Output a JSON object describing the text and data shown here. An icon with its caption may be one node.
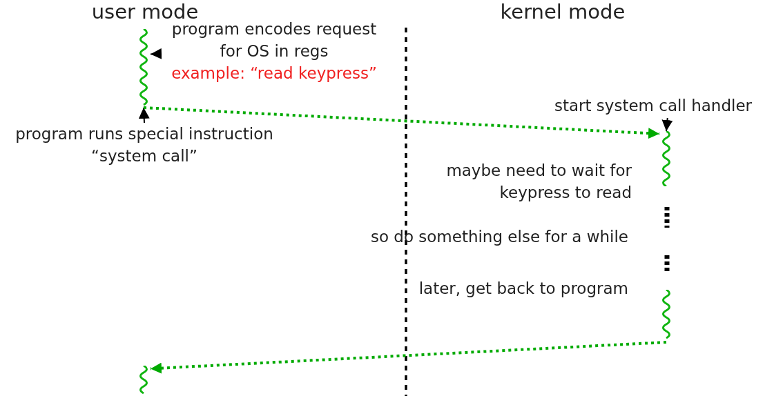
{
  "diagram": {
    "nodes": [
      {
        "text": [],
        "shape": "wave"
      },
      {
        "text": [
          "program encodes request for OS in regs",
          "example: “read keypress”"
        ]
      },
      {
        "text": [
          "program runs special instruction “system call”"
        ]
      },
      {
        "text": [
          "start system call handler"
        ]
      },
      {
        "text": [],
        "shape": "wave"
      },
      {
        "text": [],
        "shape": "wave"
      },
      {
        "text": [],
        "shape": "wave"
      }
    ],
    "edges": [
      {
        "from": 1,
        "to": 0,
        "arrow": "to"
      },
      {
        "from": 2,
        "to": 0,
        "arrow": "to"
      },
      {
        "from": 3,
        "to": 4,
        "arrow": "to"
      },
      {
        "from": 0,
        "to": 4,
        "arrow": "to",
        "style": "dashed",
        "color": "#00aa00"
      },
      {
        "from": 5,
        "to": 6,
        "arrow": "to",
        "style": "dashed",
        "color": "#00aa00"
      }
    ],
    "labels": [
      "user mode",
      "kernel mode",
      "maybe need to wait for keypress to read",
      "so do something else for a while",
      "later, get back to program"
    ]
  }
}
